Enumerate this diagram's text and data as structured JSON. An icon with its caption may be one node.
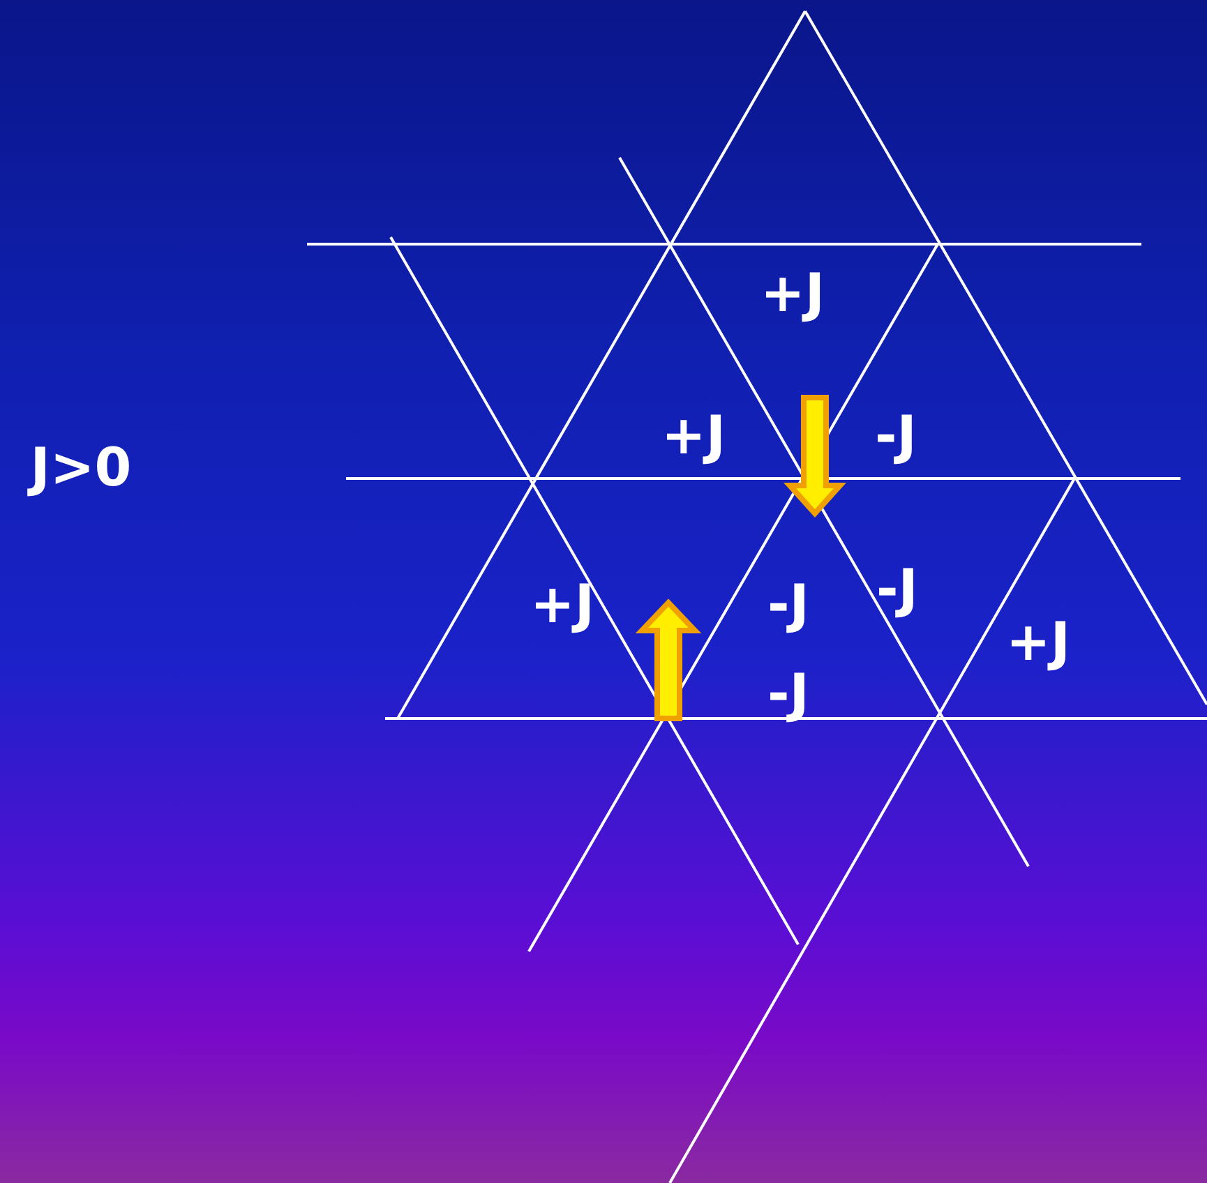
{
  "diagram": {
    "labels": [
      "J>0",
      "+J",
      "+J",
      "-J",
      "+J",
      "-J",
      "-J",
      "+J",
      "-J"
    ]
  }
}
